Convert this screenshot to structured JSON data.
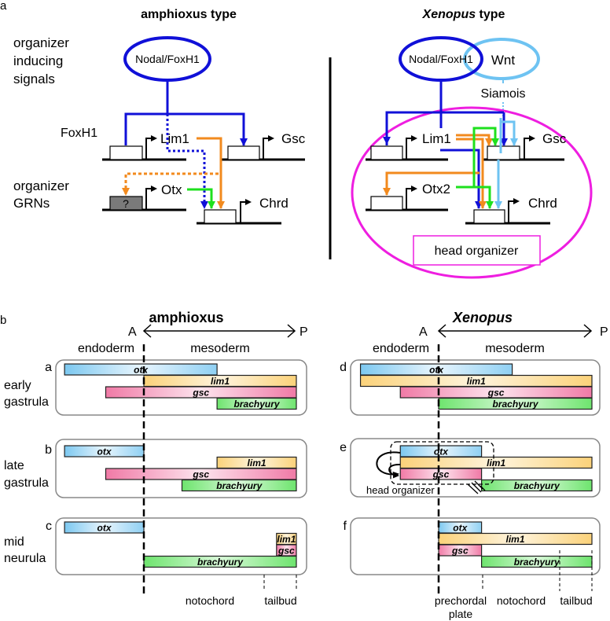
{
  "panel_a": {
    "label": "a",
    "left": {
      "title": "amphioxus type",
      "row_label_signals": [
        "organizer",
        "inducing",
        "signals"
      ],
      "row_label_grns": [
        "organizer",
        "GRNs"
      ],
      "signal": "Nodal/FoxH1",
      "foxh1_label": "FoxH1",
      "genes": {
        "lim1": "Lim1",
        "gsc": "Gsc",
        "otx": "Otx",
        "chrd": "Chrd",
        "unknown": "?"
      }
    },
    "right": {
      "title_italic": "Xenopus",
      "title_rest": " type",
      "signal1": "Nodal/FoxH1",
      "signal2": "Wnt",
      "siamois": "Siamois",
      "genes": {
        "lim1": "Lim1",
        "gsc": "Gsc",
        "otx": "Otx2",
        "chrd": "Chrd"
      },
      "head_organizer": "head organizer"
    },
    "colors": {
      "nodal": "#1010d8",
      "wnt": "#6ec3f2",
      "lim1": "#f28a1e",
      "otx": "#1ee01e",
      "organizer": "#ee1ee0"
    }
  },
  "panel_b": {
    "label": "b",
    "axis": {
      "anterior": "A",
      "posterior": "P",
      "endoderm": "endoderm",
      "mesoderm": "mesoderm"
    },
    "left_title": "amphioxus",
    "right_title": "Xenopus",
    "stages": [
      {
        "letter": "a",
        "name": [
          "early",
          "gastrula"
        ]
      },
      {
        "letter": "b",
        "name": [
          "late",
          "gastrula"
        ]
      },
      {
        "letter": "c",
        "name": [
          "mid",
          "neurula"
        ]
      }
    ],
    "right_letters": [
      "d",
      "e",
      "f"
    ],
    "genes": {
      "otx": "otx",
      "lim1": "lim1",
      "gsc": "gsc",
      "brachyury": "brachyury"
    },
    "head_organizer": "head organizer",
    "left_bottom_labels": [
      "notochord",
      "tailbud"
    ],
    "right_bottom_labels": [
      "prechordal",
      "plate",
      "notochord",
      "tailbud"
    ]
  },
  "chart_data": {
    "type": "table",
    "title": "Gene expression domains along A-P axis (position units: A-line = 0, posterior end = 1)",
    "amphioxus": {
      "early_gastrula": {
        "otx": [
          -0.52,
          0.48
        ],
        "lim1": [
          0,
          1
        ],
        "gsc": [
          -0.25,
          1
        ],
        "brachyury": [
          0.48,
          1
        ]
      },
      "late_gastrula": {
        "otx": [
          -0.52,
          0
        ],
        "lim1": [
          0.48,
          1
        ],
        "gsc": [
          -0.25,
          1
        ],
        "brachyury": [
          0.25,
          1
        ]
      },
      "mid_neurula": {
        "otx": [
          -0.52,
          0
        ],
        "lim1": [
          0.87,
          1
        ],
        "gsc": [
          0.87,
          1
        ],
        "brachyury": [
          0,
          1
        ]
      }
    },
    "xenopus": {
      "early_gastrula": {
        "otx": [
          -0.51,
          0.48
        ],
        "lim1": [
          -0.51,
          1
        ],
        "gsc": [
          -0.25,
          1
        ],
        "brachyury": [
          0,
          1
        ]
      },
      "late_gastrula": {
        "otx": [
          -0.25,
          0.28
        ],
        "lim1": [
          -0.25,
          1
        ],
        "gsc": [
          -0.25,
          0.28
        ],
        "brachyury": [
          0.28,
          1
        ]
      },
      "mid_neurula": {
        "otx": [
          0,
          0.28
        ],
        "lim1": [
          0,
          1
        ],
        "gsc": [
          0,
          0.28
        ],
        "brachyury": [
          0.28,
          1
        ]
      }
    }
  }
}
